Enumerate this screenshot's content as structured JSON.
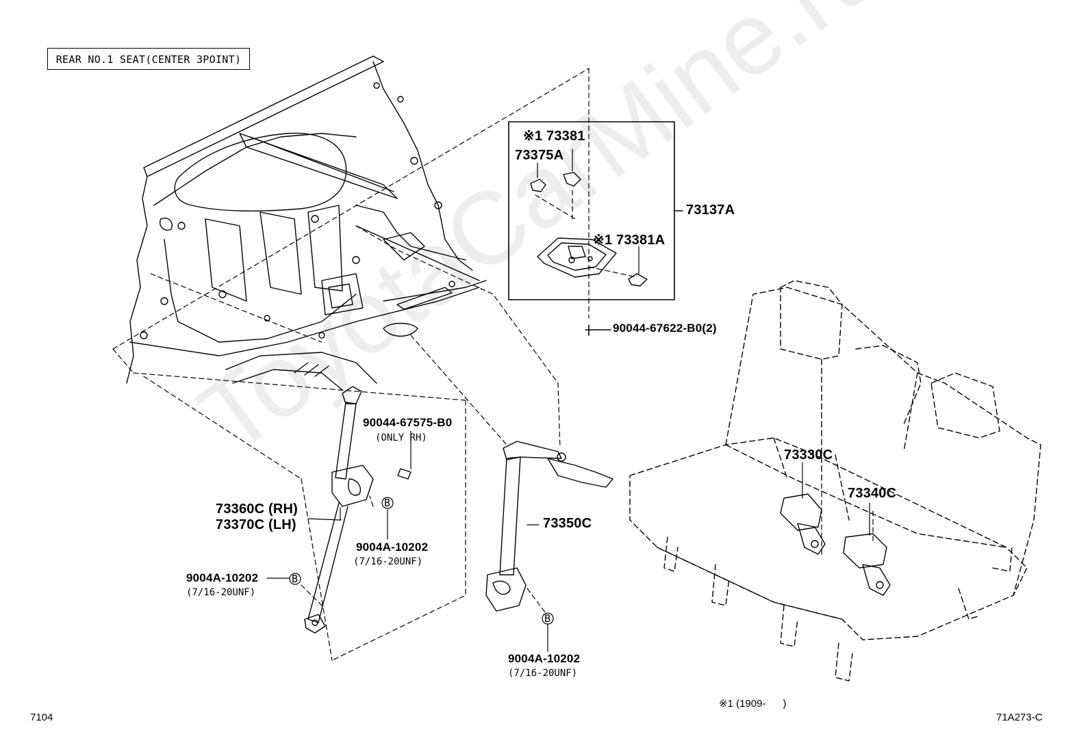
{
  "title": "REAR NO.1 SEAT(CENTER 3POINT)",
  "watermark": "ToyotaCarMine.ru",
  "labels": {
    "p73381": "※1 73381",
    "p73375A": "73375A",
    "p73137A": "73137A",
    "p73381A": "※1 73381A",
    "p90044_67622": "90044-67622-B0(2)",
    "p90044_67575": "90044-67575-B0",
    "p90044_67575_note": "(ONLY RH)",
    "p73360C": "73360C (RH)",
    "p73370C": "73370C (LH)",
    "p9004A_10202_a": "9004A-10202",
    "p9004A_10202_a_note": "(7/16-20UNF)",
    "p9004A_10202_b": "9004A-10202",
    "p9004A_10202_b_note": "(7/16-20UNF)",
    "p9004A_10202_c": "9004A-10202",
    "p9004A_10202_c_note": "(7/16-20UNF)",
    "p73350C": "73350C",
    "p73330C": "73330C",
    "p73340C": "73340C",
    "bolt_marker": "B"
  },
  "footer": {
    "left_code": "7104",
    "footnote": "※1 (1909-      )",
    "right_code": "71A273-C"
  }
}
